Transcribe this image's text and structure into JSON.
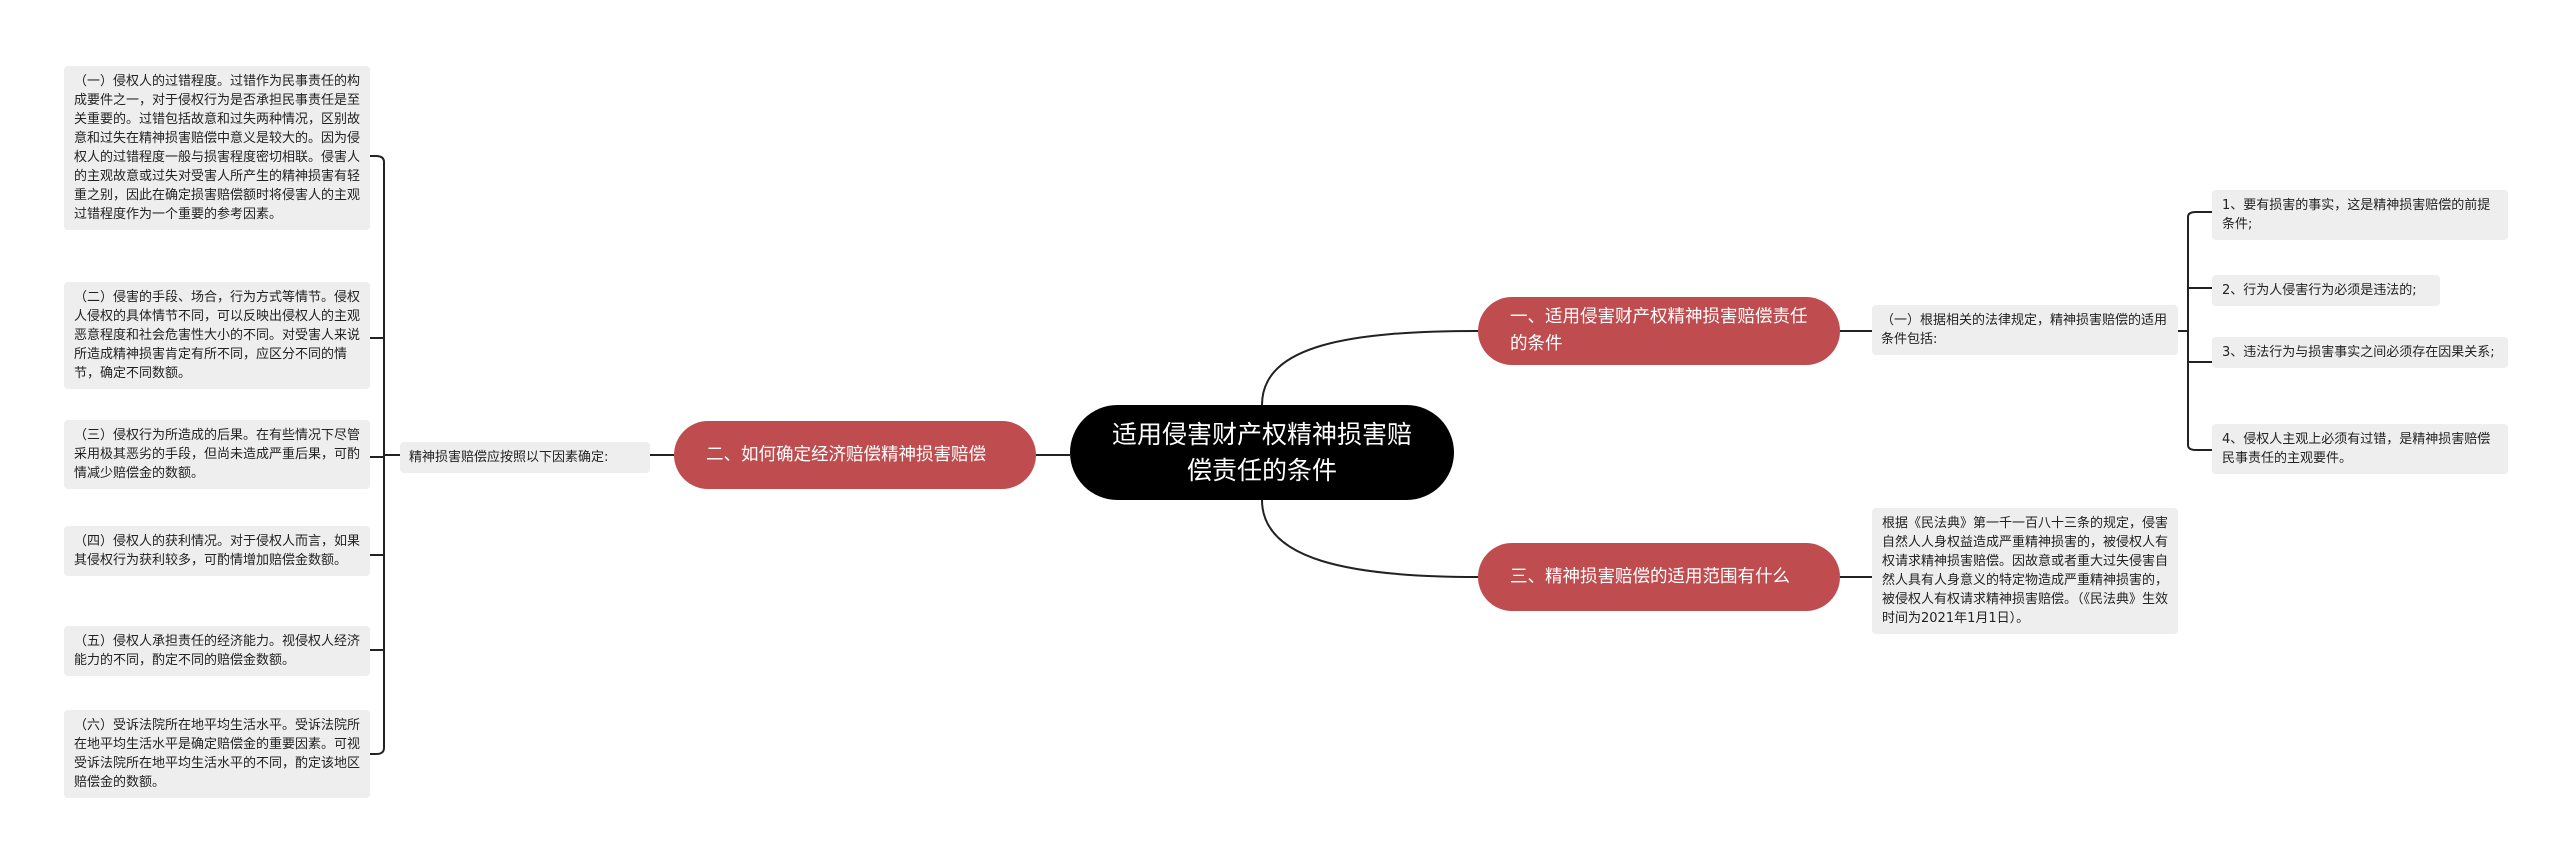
{
  "root": {
    "title": "适用侵害财产权精神损害赔偿责任的条件"
  },
  "branches": [
    {
      "label": "一、适用侵害财产权精神损害赔偿责任的条件",
      "intro": "（一）根据相关的法律规定，精神损害赔偿的适用条件包括:",
      "conditions": [
        "1、要有损害的事实，这是精神损害赔偿的前提条件;",
        "2、行为人侵害行为必须是违法的;",
        "3、违法行为与损害事实之间必须存在因果关系;",
        "4、侵权人主观上必须有过错，是精神损害赔偿民事责任的主观要件。"
      ]
    },
    {
      "label": "二、如何确定经济赔偿精神损害赔偿",
      "intro": "精神损害赔偿应按照以下因素确定:",
      "factors": [
        "（一）侵权人的过错程度。过错作为民事责任的构成要件之一，对于侵权行为是否承担民事责任是至关重要的。过错包括故意和过失两种情况，区别故意和过失在精神损害赔偿中意义是较大的。因为侵权人的过错程度一般与损害程度密切相联。侵害人的主观故意或过失对受害人所产生的精神损害有轻重之别，因此在确定损害赔偿额时将侵害人的主观过错程度作为一个重要的参考因素。",
        "（二）侵害的手段、场合，行为方式等情节。侵权人侵权的具体情节不同，可以反映出侵权人的主观恶意程度和社会危害性大小的不同。对受害人来说所造成精神损害肯定有所不同，应区分不同的情节，确定不同数额。",
        "（三）侵权行为所造成的后果。在有些情况下尽管采用极其恶劣的手段，但尚未造成严重后果，可酌情减少赔偿金的数额。",
        "（四）侵权人的获利情况。对于侵权人而言，如果其侵权行为获利较多，可酌情增加赔偿金数额。",
        "（五）侵权人承担责任的经济能力。视侵权人经济能力的不同，酌定不同的赔偿金数额。",
        "（六）受诉法院所在地平均生活水平。受诉法院所在地平均生活水平是确定赔偿金的重要因素。可视受诉法院所在地平均生活水平的不同，酌定该地区赔偿金的数额。"
      ]
    },
    {
      "label": "三、精神损害赔偿的适用范围有什么",
      "detail": "根据《民法典》第一千一百八十三条的规定，侵害自然人人身权益造成严重精神损害的，被侵权人有权请求精神损害赔偿。因故意或者重大过失侵害自然人具有人身意义的特定物造成严重精神损害的，被侵权人有权请求精神损害赔偿。（《民法典》生效时间为2021年1月1日）。"
    }
  ],
  "colors": {
    "root": "#000000",
    "branch": "#bf4d4f",
    "leaf": "#eeeeee",
    "line": "#222222"
  }
}
